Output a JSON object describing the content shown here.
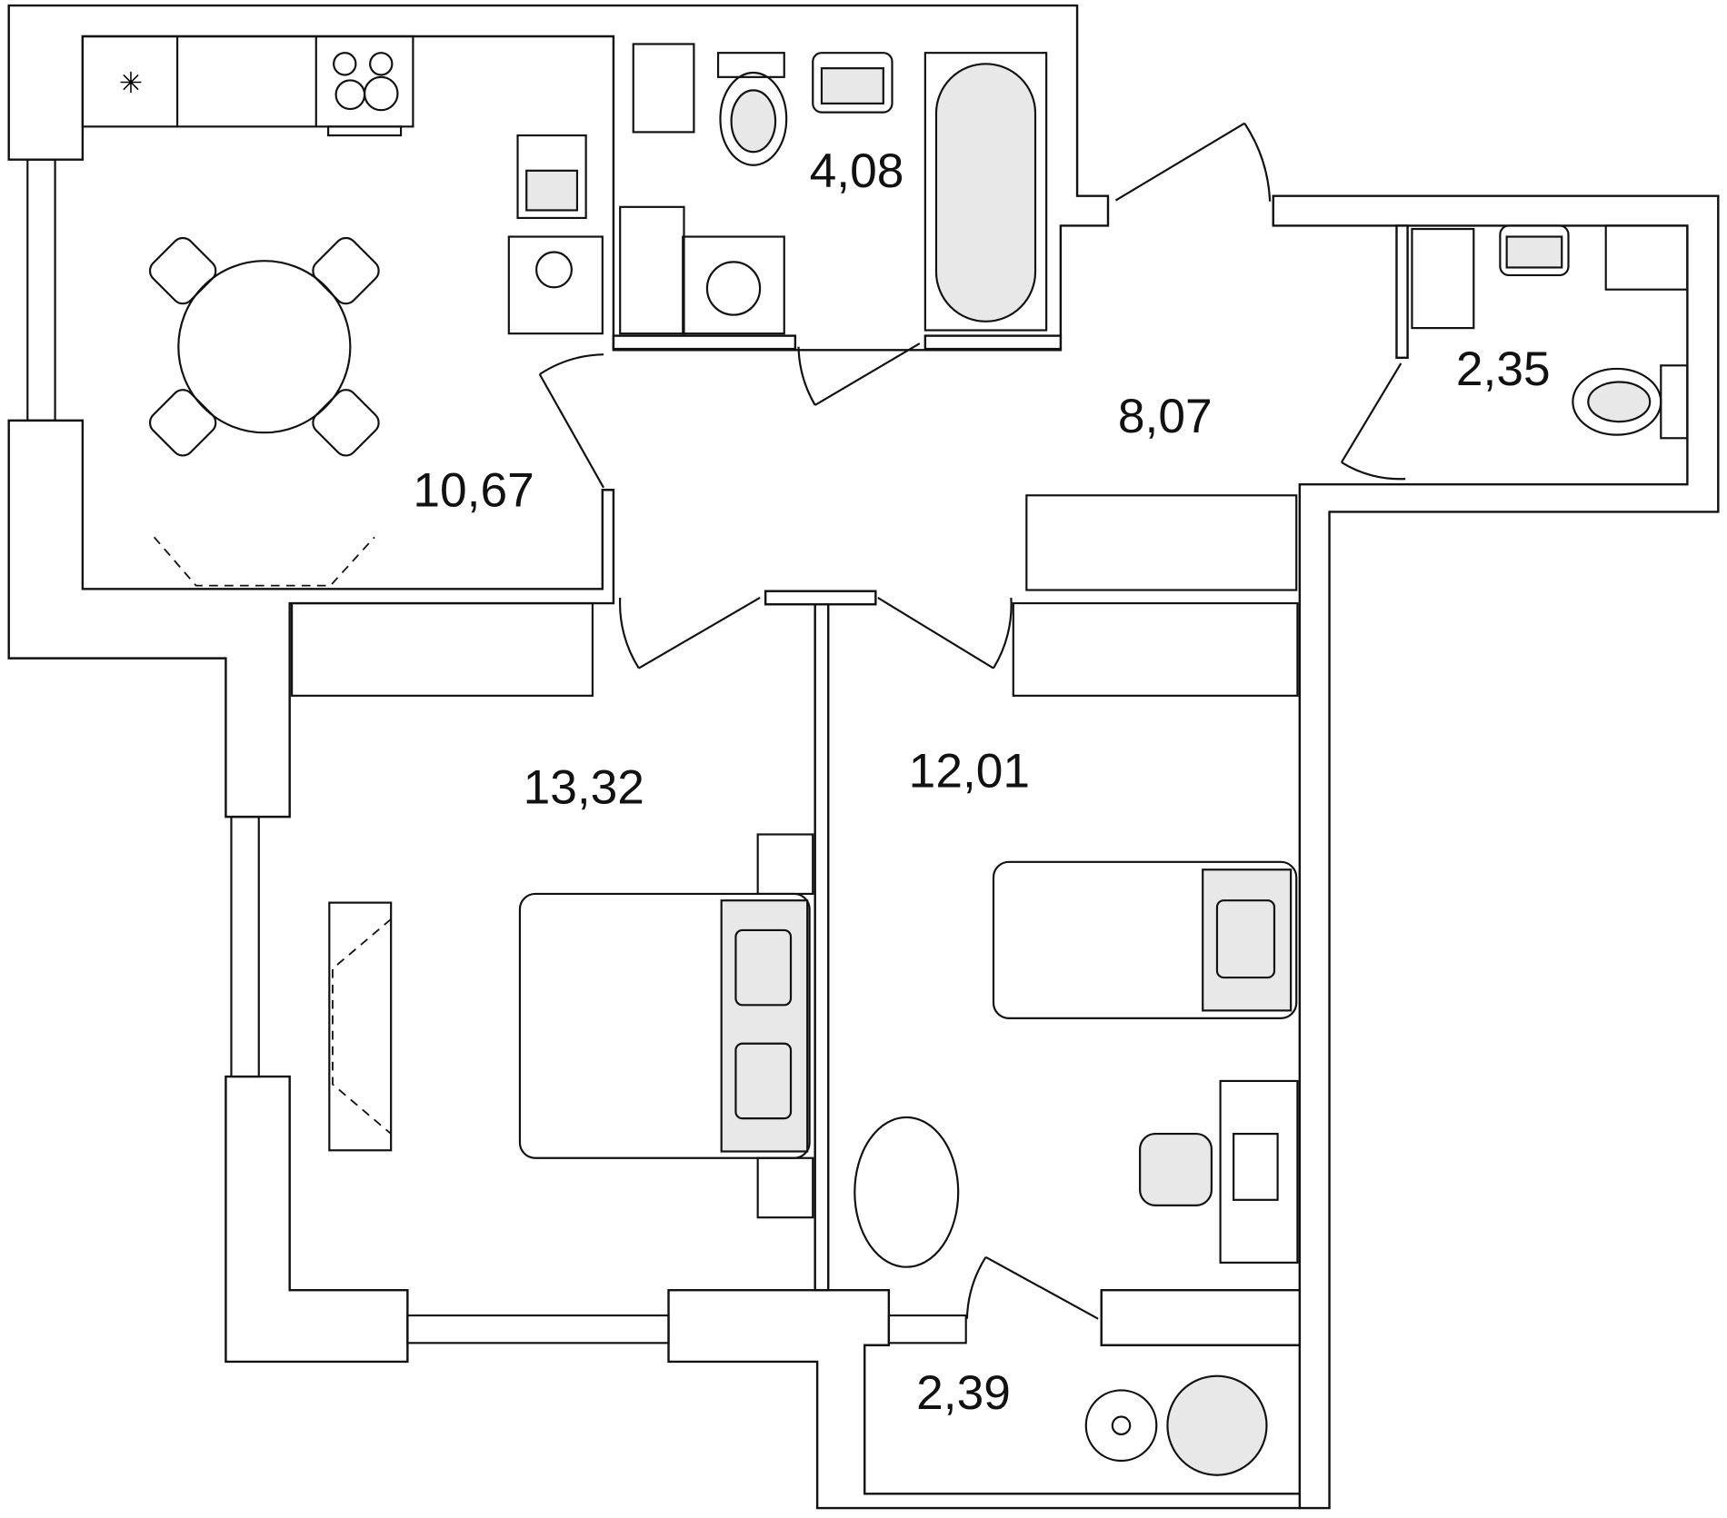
{
  "plan": {
    "rooms": [
      {
        "id": "kitchen",
        "area": "10,67"
      },
      {
        "id": "bathroom",
        "area": "4,08"
      },
      {
        "id": "hallway",
        "area": "8,07"
      },
      {
        "id": "wc",
        "area": "2,35"
      },
      {
        "id": "bedroom",
        "area": "13,32"
      },
      {
        "id": "second-room",
        "area": "12,01"
      },
      {
        "id": "balcony",
        "area": "2,39"
      }
    ],
    "colors": {
      "walls": "#111111",
      "fixtures": "#e8e8e8",
      "background": "#ffffff"
    }
  }
}
